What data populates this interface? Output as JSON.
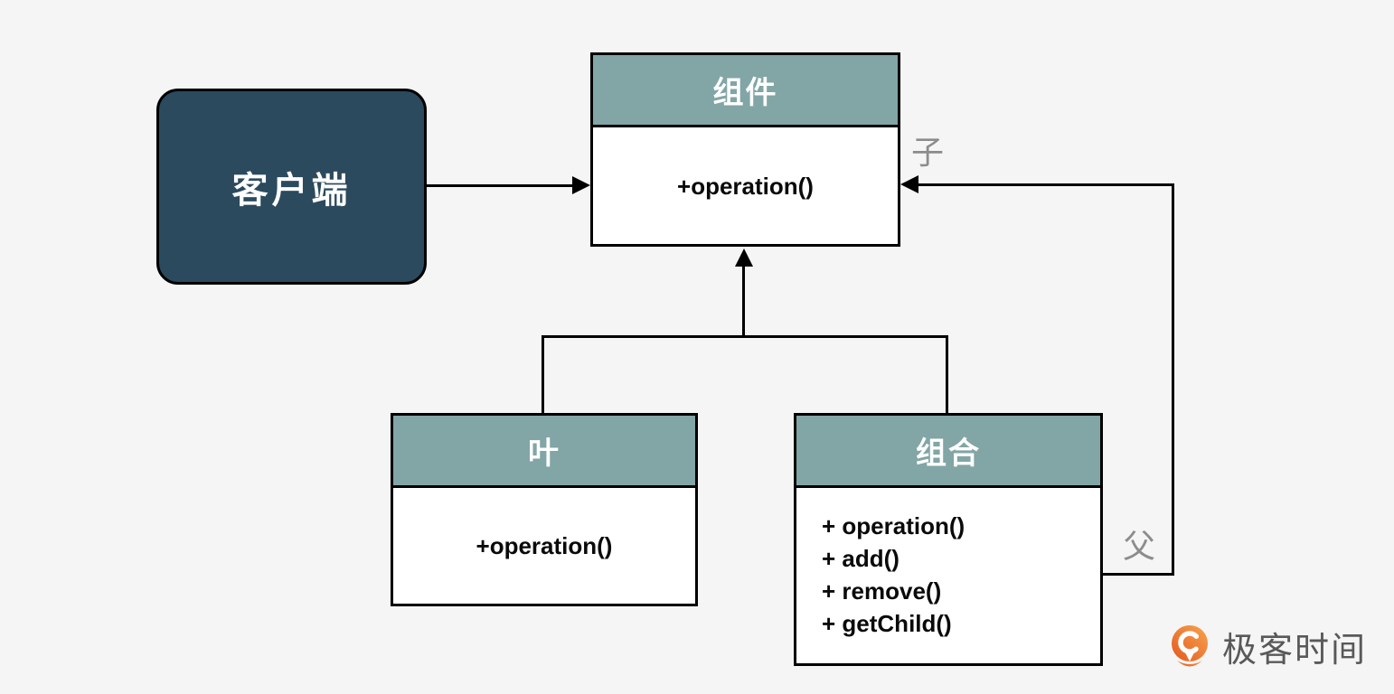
{
  "page": {
    "background": "#F4F5F4"
  },
  "colors": {
    "class_header_fill": "#82A5A6",
    "class_body_fill": "#FFFFFF",
    "client_fill": "#2B4A5D",
    "line": "#000000",
    "edge_label_gray": "#8C8C8C",
    "logo_orange_light": "#F7A44F",
    "logo_orange_dark": "#E4581F",
    "logo_text_gray": "#595959"
  },
  "nodes": {
    "client": {
      "label": "客户端"
    },
    "component": {
      "title": "组件",
      "methods": [
        "+operation()"
      ]
    },
    "leaf": {
      "title": "叶",
      "methods": [
        "+operation()"
      ]
    },
    "composite": {
      "title": "组合",
      "methods": [
        "+ operation()",
        "+ add()",
        "+ remove()",
        "+ getChild()"
      ]
    }
  },
  "edges": [
    {
      "from": "client",
      "to": "component",
      "type": "arrow"
    },
    {
      "from": "leaf",
      "to": "component",
      "type": "generalization"
    },
    {
      "from": "composite",
      "to": "component",
      "type": "generalization"
    },
    {
      "from": "composite",
      "to": "component",
      "type": "parent-child-loop"
    }
  ],
  "edge_labels": {
    "child": "子",
    "parent": "父"
  },
  "branding": {
    "logo_text": "极客时间",
    "logo_icon": "geektime-pin-icon"
  }
}
